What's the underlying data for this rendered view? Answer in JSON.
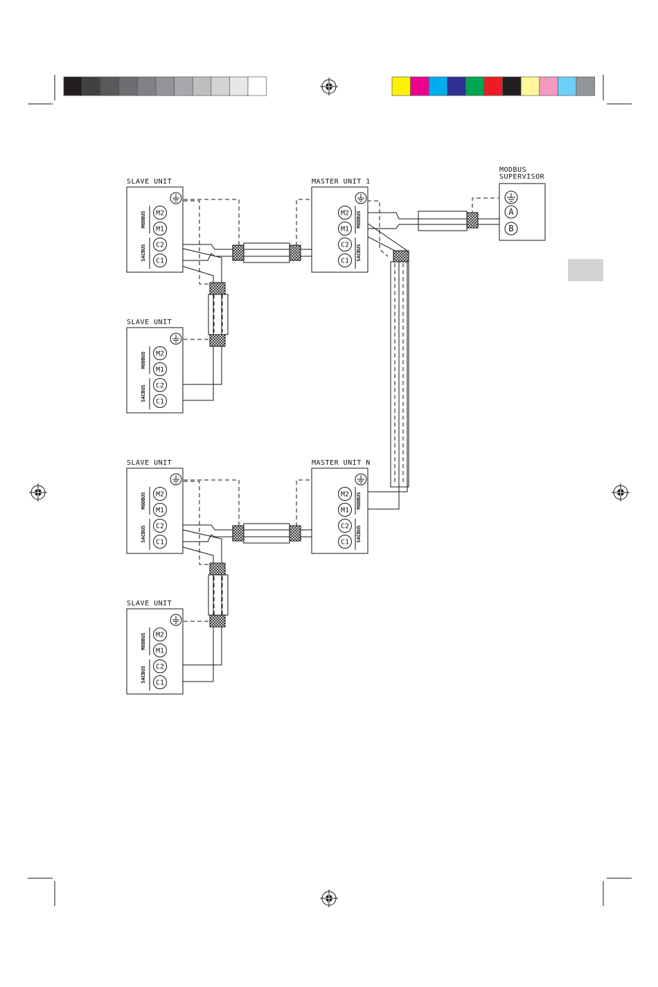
{
  "swatches": {
    "gray": [
      "#231f20",
      "#414042",
      "#58595b",
      "#6d6e71",
      "#808285",
      "#939598",
      "#a7a9ac",
      "#bcbec0",
      "#d1d3d4",
      "#e6e7e8",
      "#ffffff"
    ],
    "color": [
      "#fff200",
      "#ec008c",
      "#00aeef",
      "#2e3192",
      "#00a651",
      "#ed1c24",
      "#231f20",
      "#fff799",
      "#f49ac1",
      "#6dcff6",
      "#939598"
    ]
  },
  "accent_tab_color": "#d1d3d4",
  "labels": {
    "slave_unit": "SLAVE UNIT",
    "master_unit_1": "MASTER UNIT 1",
    "master_unit_n": "MASTER UNIT N",
    "supervisor_line1": "MODBUS",
    "supervisor_line2": "SUPERVISOR",
    "modbus": "MODBUS",
    "sacbus": "SACBUS",
    "m2": "M2",
    "m1": "M1",
    "c2": "C2",
    "c1": "C1",
    "a": "A",
    "b": "B"
  },
  "icons": {
    "ground": "ground-icon",
    "registration": "registration-mark-icon",
    "shield_clamp": "shield-clamp-icon"
  }
}
